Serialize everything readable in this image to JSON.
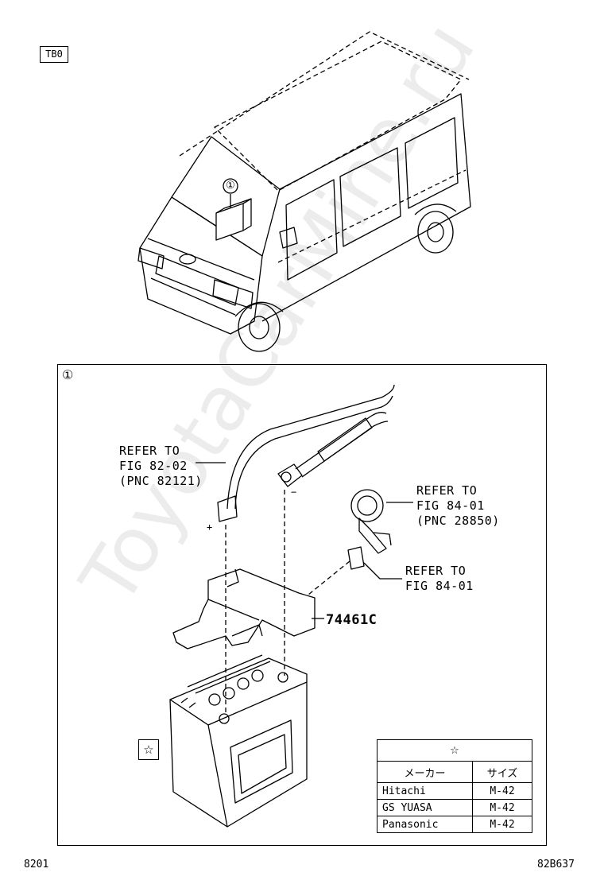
{
  "header_tag": "TB0",
  "footer": {
    "left": "8201",
    "right": "82B637"
  },
  "detail": {
    "callout": "①"
  },
  "vehicle": {
    "callout": "①"
  },
  "watermark": "ToyotaCarMine.ru",
  "refs": {
    "cable": "REFER TO\nFIG 82-02\n(PNC 82121)",
    "sensor": "REFER TO\nFIG 84-01\n(PNC 28850)",
    "clip": "REFER TO\nFIG 84-01"
  },
  "part_code": "74461C",
  "terminals": {
    "plus": "+",
    "minus": "−"
  },
  "battery_marker": "☆",
  "spec_table": {
    "title": "☆",
    "headers": [
      "メーカー",
      "サイズ"
    ],
    "rows": [
      [
        "Hitachi",
        "M-42"
      ],
      [
        "GS YUASA",
        "M-42"
      ],
      [
        "Panasonic",
        "M-42"
      ]
    ]
  }
}
